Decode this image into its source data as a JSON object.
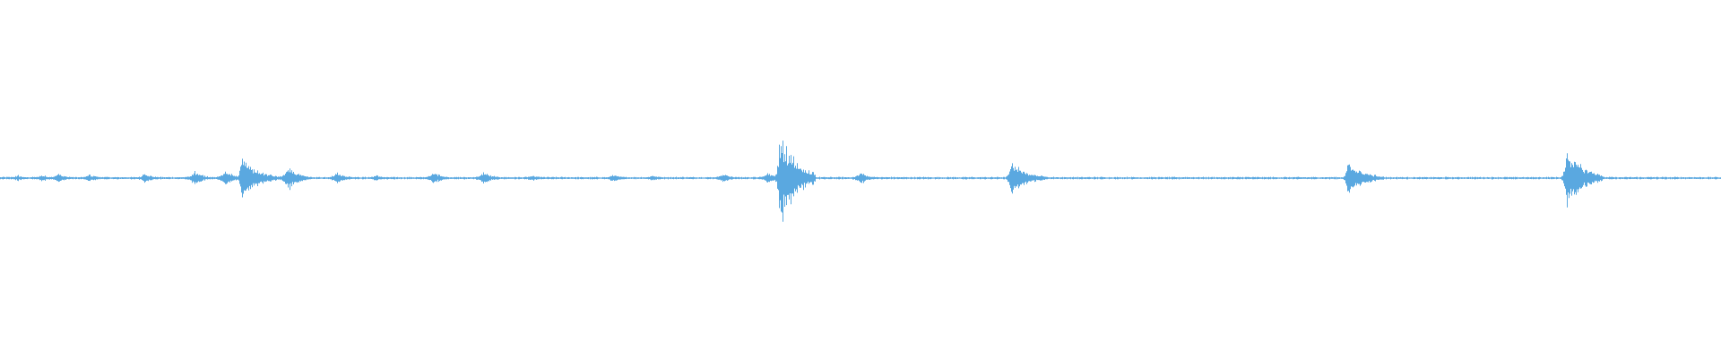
{
  "waveform": {
    "color": "#5aa8e0",
    "background": "#ffffff",
    "amplitude_range": [
      -1,
      1
    ],
    "duration_fraction_axis": [
      0,
      1
    ],
    "baseline_noise": 0.006,
    "events": [
      {
        "t": 0.01,
        "amp": 0.02
      },
      {
        "t": 0.024,
        "amp": 0.025
      },
      {
        "t": 0.034,
        "amp": 0.03
      },
      {
        "t": 0.052,
        "amp": 0.025
      },
      {
        "t": 0.084,
        "amp": 0.03
      },
      {
        "t": 0.113,
        "amp": 0.05
      },
      {
        "t": 0.131,
        "amp": 0.05
      },
      {
        "t": 0.14,
        "amp": 0.14
      },
      {
        "t": 0.168,
        "amp": 0.08
      },
      {
        "t": 0.196,
        "amp": 0.04
      },
      {
        "t": 0.218,
        "amp": 0.02
      },
      {
        "t": 0.252,
        "amp": 0.04
      },
      {
        "t": 0.281,
        "amp": 0.045
      },
      {
        "t": 0.309,
        "amp": 0.02
      },
      {
        "t": 0.356,
        "amp": 0.025
      },
      {
        "t": 0.379,
        "amp": 0.02
      },
      {
        "t": 0.42,
        "amp": 0.03
      },
      {
        "t": 0.446,
        "amp": 0.035
      },
      {
        "t": 0.453,
        "amp": 0.32
      },
      {
        "t": 0.5,
        "amp": 0.04
      },
      {
        "t": 0.587,
        "amp": 0.12
      },
      {
        "t": 0.783,
        "amp": 0.11
      },
      {
        "t": 0.91,
        "amp": 0.21
      },
      {
        "t": 0.958,
        "amp": 0.01
      }
    ]
  }
}
